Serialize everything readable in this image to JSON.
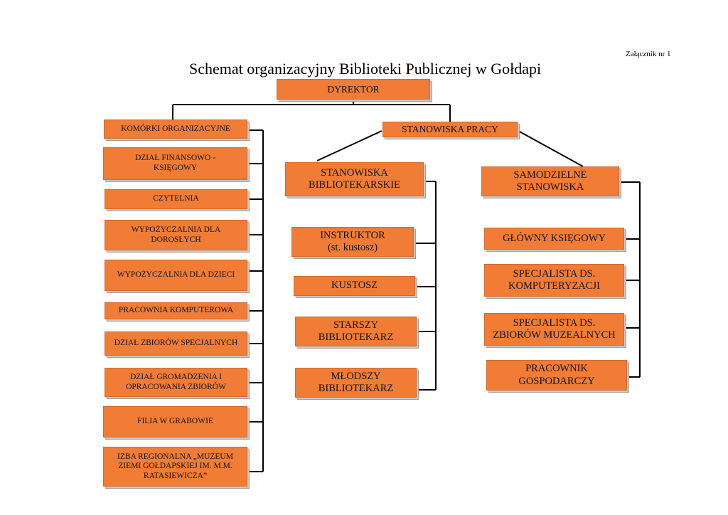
{
  "annex_label": "Załącznik nr 1",
  "title": "Schemat organizacyjny Biblioteki Publicznej w Gołdapi",
  "director": "DYREKTOR",
  "left_branch": {
    "header": "KOMÓRKI ORGANIZACYJNE",
    "units": [
      "DZIAŁ FINANSOWO -\nKSIĘGOWY",
      "CZYTELNIA",
      "WYPOŻYCZALNIA DLA\nDOROSŁYCH",
      "WYPOŻYCZALNIA DLA DZIECI",
      "PRACOWNIA KOMPUTEROWA",
      "DZIAŁ ZBIORÓW SPECJALNYCH",
      "DZIAŁ GROMADZENIA I\nOPRACOWANIA ZBIORÓW",
      "FILIA  W GRABOWIE",
      "IZBA REGIONALNA „MUZEUM\nZIEMI GOŁDAPSKIEJ IM. M.M.\nRATASIEWICZA”"
    ]
  },
  "right_branch": {
    "header": "STANOWISKA PRACY",
    "librarian": {
      "header": "STANOWISKA\nBIBLIOTEKARSKIE",
      "positions": [
        "INSTRUKTOR\n(st. kustosz)",
        "KUSTOSZ",
        "STARSZY\nBIBLIOTEKARZ",
        "MŁODSZY\nBIBLIOTEKARZ"
      ]
    },
    "independent": {
      "header": "SAMODZIELNE\nSTANOWISKA",
      "positions": [
        "GŁÓWNY KSIĘGOWY",
        "SPECJALISTA DS.\nKOMPUTERYZACJI",
        "SPECJALISTA DS.\nZBIORÓW MUZEALNYCH",
        "PRACOWNIK\nGOSPODARCZY"
      ]
    }
  },
  "colors": {
    "box_fill": "#f07c35",
    "line": "#000000"
  }
}
